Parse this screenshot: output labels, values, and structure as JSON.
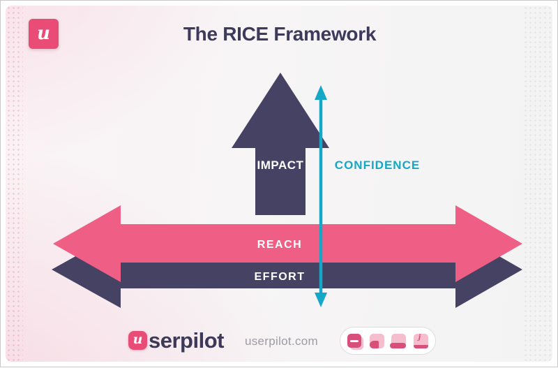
{
  "header": {
    "title": "The RICE Framework",
    "app_badge_letter": "u"
  },
  "diagram": {
    "impact_label": "IMPACT",
    "confidence_label": "CONFIDENCE",
    "reach_label": "REACH",
    "effort_label": "EFFORT",
    "colors": {
      "navy": "#464263",
      "pink": "#ef5e84",
      "teal": "#14a7c7",
      "label_text": "#ffffff",
      "brand_pink": "#e94d77"
    }
  },
  "footer": {
    "brand_badge_letter": "u",
    "brand_name_rest": "serpilot",
    "brand_full_name": "userpilot",
    "website": "userpilot.com",
    "pattern_icons": [
      {
        "name": "modal-icon"
      },
      {
        "name": "slideout-icon"
      },
      {
        "name": "banner-icon"
      },
      {
        "name": "tooltip-icon"
      }
    ]
  }
}
